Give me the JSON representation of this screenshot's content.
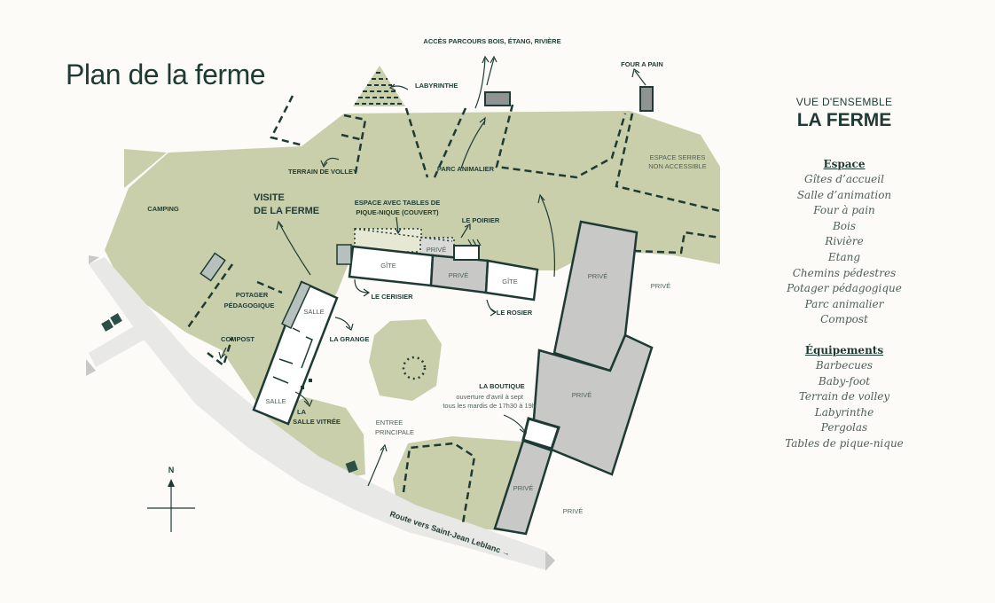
{
  "title": "Plan de la ferme",
  "panel": {
    "overview": "VUE D'ENSEMBLE",
    "farm": "LA FERME",
    "espace_title": "Espace",
    "espace": [
      "Gîtes d’accueil",
      "Salle d’animation",
      "Four à pain",
      "Bois",
      "Rivière",
      "Etang",
      "Chemins pédestres",
      "Potager pédagogique",
      "Parc animalier",
      "Compost"
    ],
    "equip_title": "Équipements",
    "equip": [
      "Barbecues",
      "Baby-foot",
      "Terrain de volley",
      "Labyrinthe",
      "Pergolas",
      "Tables de pique-nique"
    ]
  },
  "map": {
    "acces_parcours": "ACCÈS PARCOURS BOIS, ÉTANG, RIVIÈRE",
    "four_a_pain": "FOUR A PAIN",
    "labyrinthe": "LABYRINTHE",
    "terrain_volley": "TERRAIN DE VOLLEY",
    "parc_animalier": "PARC ANIMALIER",
    "espace_serres_1": "ESPACE SERRES",
    "espace_serres_2": "NON ACCESSIBLE",
    "camping": "CAMPING",
    "visite_1": "VISITE",
    "visite_2": "DE LA FERME",
    "tables_1": "ESPACE AVEC TABLES DE",
    "tables_2": "PIQUE-NIQUE (COUVERT)",
    "le_poirier": "LE POIRIER",
    "prive": "PRIVÉ",
    "gite": "GÎTE",
    "le_cerisier": "LE CERISIER",
    "le_rosier": "LE ROSIER",
    "potager_1": "POTAGER",
    "potager_2": "PÉDAGOGIQUE",
    "salle": "SALLE",
    "la_grange": "LA GRANGE",
    "compost": "COMPOST",
    "la_salle_vitree_1": "LA",
    "la_salle_vitree_2": "SALLE VITRÉE",
    "entree_1": "ENTREE",
    "entree_2": "PRINCIPALE",
    "la_boutique": "LA BOUTIQUE",
    "boutique_hours_1": "ouverture d'avril à sept",
    "boutique_hours_2": "tous les mardis de 17h30 à 19h",
    "route": "Route vers Saint-Jean Leblanc →",
    "north": "N"
  },
  "colors": {
    "background": "#fdfbf7",
    "green_area": "#c9cfaa",
    "light_green_area": "#e6e8d3",
    "building_gray": "#c8c8c7",
    "road": "#e8e8e7",
    "dark": "#1e3a34"
  }
}
